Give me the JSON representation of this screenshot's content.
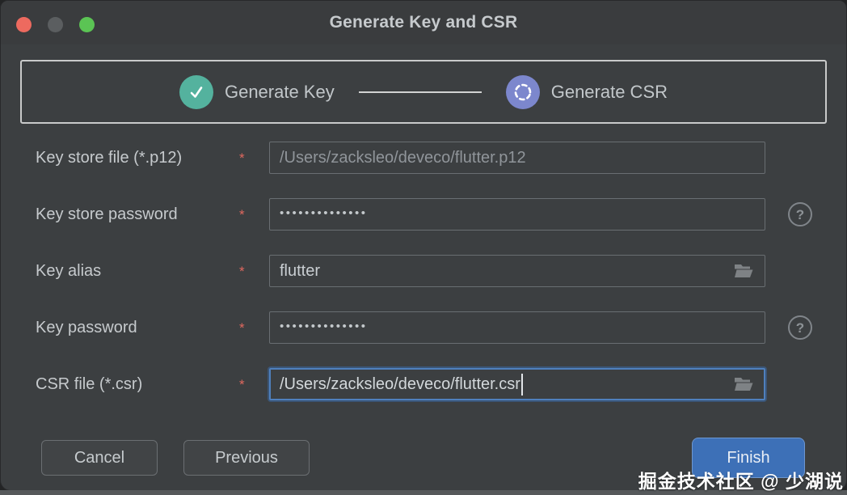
{
  "window": {
    "title": "Generate Key and CSR"
  },
  "stepper": {
    "steps": [
      {
        "label": "Generate Key",
        "state": "done",
        "icon": "check-icon"
      },
      {
        "label": "Generate CSR",
        "state": "current",
        "icon": "dashed-ring-icon"
      }
    ]
  },
  "form": {
    "required_marker": "*",
    "fields": [
      {
        "label": "Key store file (*.p12)",
        "value": "/Users/zacksleo/deveco/flutter.p12",
        "state": "disabled"
      },
      {
        "label": "Key store password",
        "value": "••••••••••••••",
        "state": "password",
        "help": "help-icon"
      },
      {
        "label": "Key alias",
        "value": "flutter",
        "state": "normal",
        "trailing": "folder-icon"
      },
      {
        "label": "Key password",
        "value": "••••••••••••••",
        "state": "password",
        "help": "help-icon"
      },
      {
        "label": "CSR file (*.csr)",
        "value": "/Users/zacksleo/deveco/flutter.csr",
        "state": "focused",
        "trailing": "folder-icon"
      }
    ],
    "help_glyph": "?"
  },
  "buttons": {
    "cancel": "Cancel",
    "previous": "Previous",
    "finish": "Finish"
  },
  "watermark": "掘金技术社区 @ 少湖说",
  "colors": {
    "dialog_bg": "#3c3f41",
    "step_done": "#54b29e",
    "step_current": "#7c87cd",
    "focus_border": "#4f80bd",
    "finish_bg": "#3d70b7",
    "required": "#e0685e",
    "traffic_red": "#ed6a5f",
    "traffic_green": "#5bc454"
  }
}
